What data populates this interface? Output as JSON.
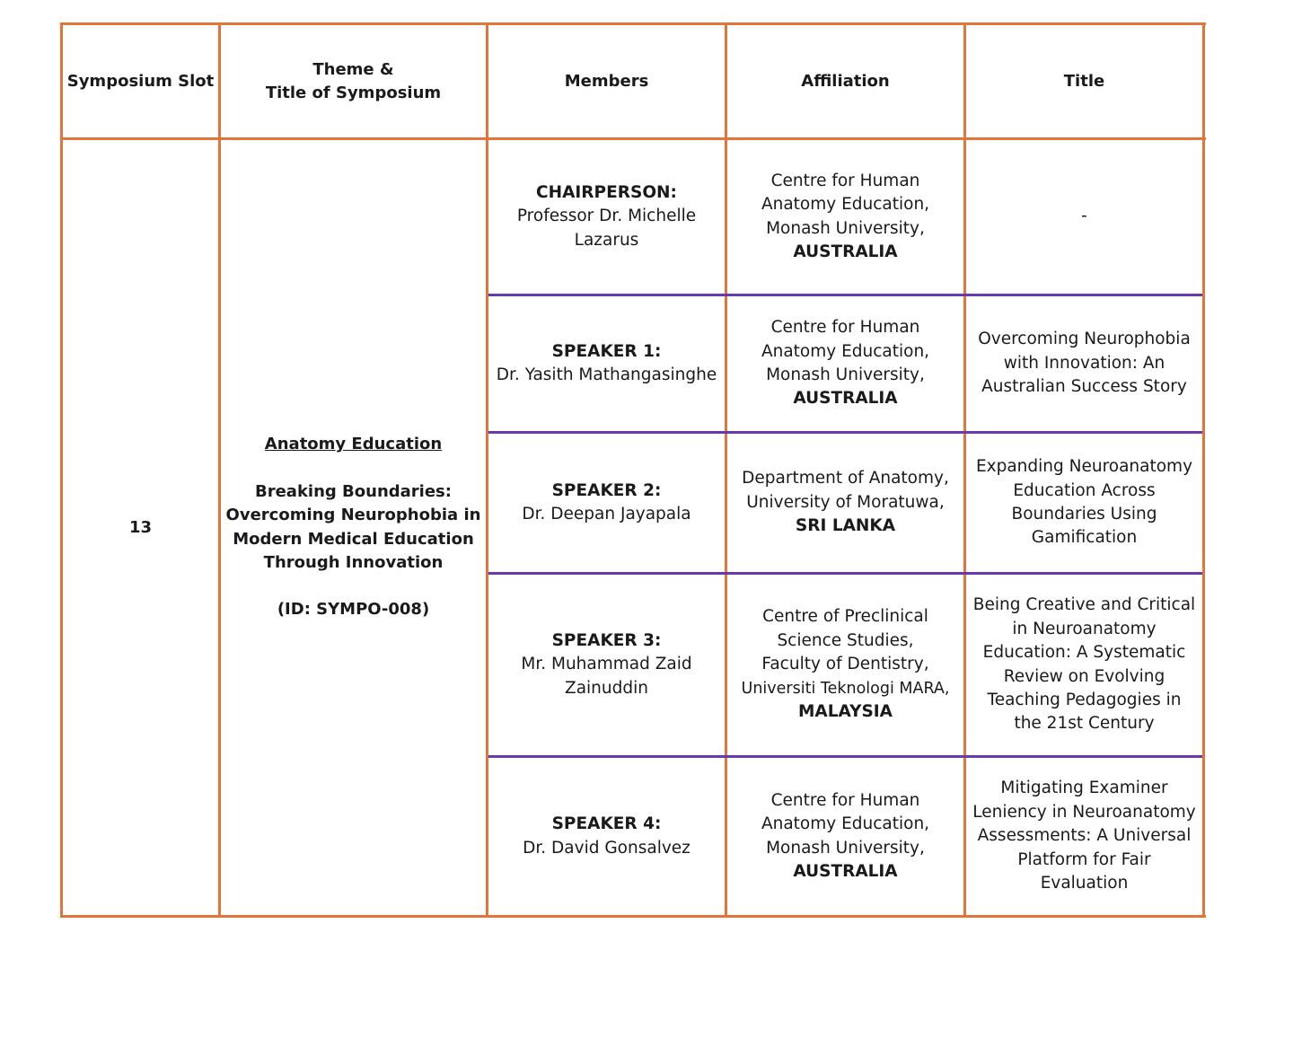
{
  "headers": {
    "slot": "Symposium Slot",
    "theme_line1": "Theme &",
    "theme_line2": "Title of Symposium",
    "members": "Members",
    "affiliation": "Affiliation",
    "title": "Title"
  },
  "slot_number": "13",
  "symposium": {
    "theme": "Anatomy Education",
    "title_lines": [
      "Breaking Boundaries:",
      "Overcoming Neurophobia in",
      "Modern Medical Education",
      "Through Innovation"
    ],
    "id": "(ID: SYMPO-008)"
  },
  "rows": [
    {
      "role": "CHAIRPERSON:",
      "name_lines": [
        "Professor Dr. Michelle",
        "Lazarus"
      ],
      "affiliation_lines": [
        "Centre for Human",
        "Anatomy Education,",
        "Monash University,"
      ],
      "country": "AUSTRALIA",
      "title_lines": [
        "-"
      ]
    },
    {
      "role": "SPEAKER 1:",
      "name_lines": [
        "Dr. Yasith Mathangasinghe"
      ],
      "affiliation_lines": [
        "Centre for Human",
        "Anatomy Education,",
        "Monash University,"
      ],
      "country": "AUSTRALIA",
      "title_lines": [
        "Overcoming Neurophobia",
        "with Innovation: An",
        "Australian Success Story"
      ]
    },
    {
      "role": "SPEAKER 2:",
      "name_lines": [
        "Dr. Deepan Jayapala"
      ],
      "affiliation_lines": [
        "Department of Anatomy,",
        "University of Moratuwa,"
      ],
      "country": "SRI LANKA",
      "title_lines": [
        "Expanding Neuroanatomy",
        "Education Across",
        "Boundaries Using",
        "Gamification"
      ]
    },
    {
      "role": "SPEAKER 3:",
      "name_lines": [
        "Mr. Muhammad Zaid",
        "Zainuddin"
      ],
      "affiliation_lines": [
        "Centre of Preclinical",
        "Science Studies,",
        "Faculty of Dentistry,",
        "Universiti Teknologi MARA,"
      ],
      "country": "MALAYSIA",
      "title_lines": [
        "Being Creative and Critical",
        "in Neuroanatomy",
        "Education: A Systematic",
        "Review on Evolving",
        "Teaching Pedagogies in",
        "the 21st Century"
      ]
    },
    {
      "role": "SPEAKER 4:",
      "name_lines": [
        "Dr. David Gonsalvez"
      ],
      "affiliation_lines": [
        "Centre for Human",
        "Anatomy Education,",
        "Monash University,"
      ],
      "country": "AUSTRALIA",
      "title_lines": [
        "Mitigating Examiner",
        "Leniency in Neuroanatomy",
        "Assessments: A Universal",
        "Platform for Fair",
        "Evaluation"
      ]
    }
  ],
  "colors": {
    "border": "#e0763a",
    "row_divider": "#6a3aa8",
    "text": "#1a1a1a"
  }
}
